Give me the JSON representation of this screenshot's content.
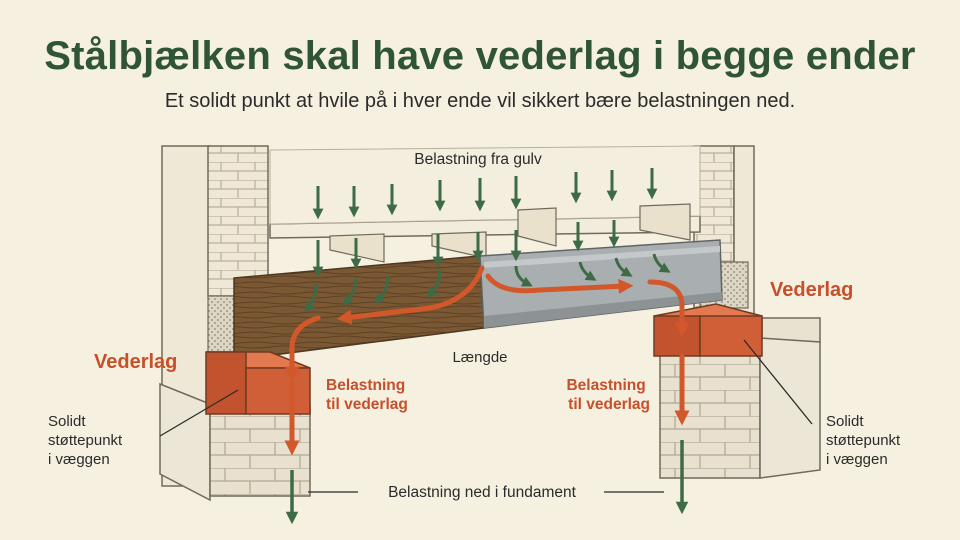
{
  "title": "Stålbjælken skal have vederlag i begge ender",
  "subtitle": "Et solidt punkt at hvile på i hver ende vil sikkert bære belastningen ned.",
  "labels": {
    "floor_load": "Belastning fra gulv",
    "length": "Længde",
    "bearing_left": "Vederlag",
    "bearing_right": "Vederlag",
    "load_to_bearing_left": [
      "Belastning",
      "til vederlag"
    ],
    "load_to_bearing_right": [
      "Belastning",
      "til vederlag"
    ],
    "support_left": [
      "Solidt",
      "støttepunkt",
      "i væggen"
    ],
    "support_right": [
      "Solidt",
      "støttepunkt",
      "i væggen"
    ],
    "foundation": "Belastning ned i fundament"
  },
  "colors": {
    "title_green": "#2f5436",
    "arrow_green": "#3d6b45",
    "arrow_orange": "#d2572b",
    "brick": "#d05f38",
    "wood": "#7d5a34",
    "steel": "#a7acae",
    "wall": "#ece6d6",
    "background": "#f6f0e1"
  }
}
